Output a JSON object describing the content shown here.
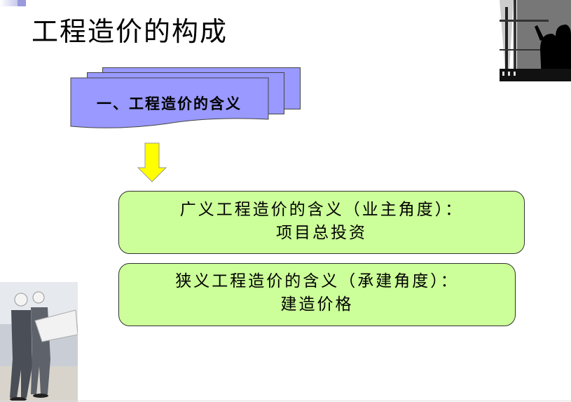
{
  "slide": {
    "title": "工程造价的构成",
    "banner_label": "一、工程造价的含义",
    "broad": {
      "line1": "广义工程造价的含义（业主角度）：",
      "line2": "项目总投资"
    },
    "narrow": {
      "line1": "狭义工程造价的含义（承建角度）：",
      "line2": "建造价格"
    }
  },
  "colors": {
    "banner": "#9999ff",
    "box": "#ccff99",
    "arrow": "#ffff00"
  }
}
